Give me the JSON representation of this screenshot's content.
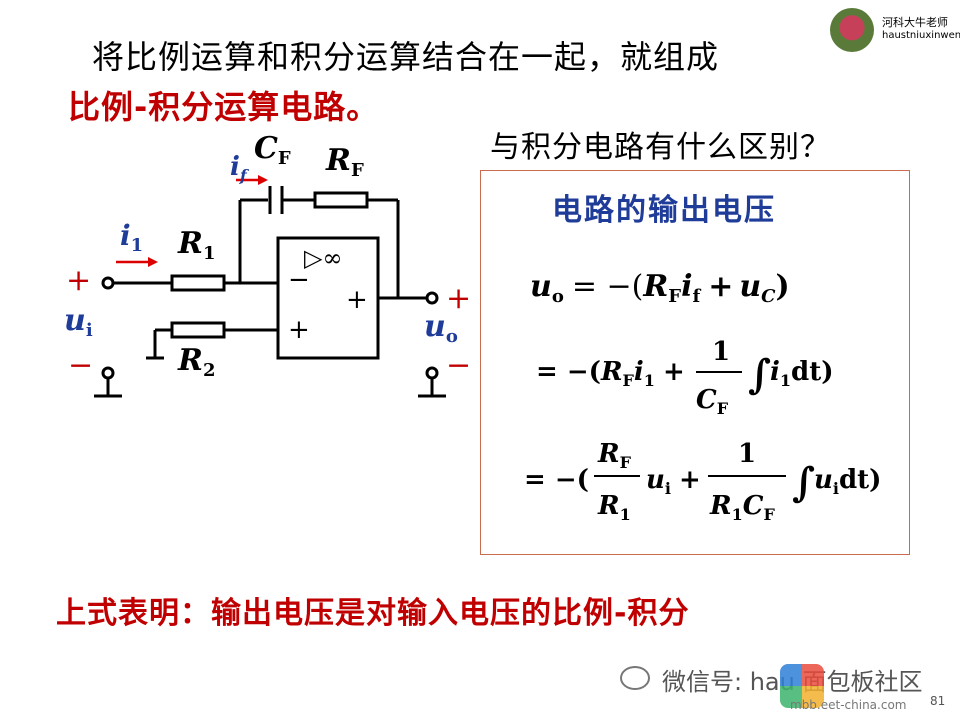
{
  "slide": {
    "title_line1": "将比例运算和积分运算结合在一起，就组成",
    "title_line2": "比例-积分运算电路。",
    "question": "与积分电路有什么区别？",
    "box_title": "电路的输出电压",
    "conclusion": "上式表明：输出电压是对输入电压的比例-积分",
    "page_number": "81"
  },
  "brand": {
    "name": "河科大牛老师",
    "handle": "haustniuxinwen"
  },
  "watermark": {
    "text": "微信号: hau",
    "site": "面包板社区",
    "url": "mbb.eet-china.com"
  },
  "circuit": {
    "labels": {
      "if_sym": "i",
      "if_sub": "f",
      "cf_sym": "C",
      "cf_sub": "F",
      "rf_sym": "R",
      "rf_sub": "F",
      "i1_sym": "i",
      "i1_sub": "1",
      "r1_sym": "R",
      "r1_sub": "1",
      "r2_sym": "R",
      "r2_sub": "2",
      "ui_sym": "u",
      "ui_sub": "i",
      "uo_sym": "u",
      "uo_sub": "o",
      "plus": "+",
      "minus": "−",
      "opamp_label": "▷∞",
      "opamp_minus": "−",
      "opamp_plus": "+",
      "opamp_out": "+"
    }
  },
  "equations": {
    "eq1_lhs": "u",
    "eq1_lhs_sub": "o",
    "eq1_rhs_pre": "= −(",
    "eq1_t1": "R",
    "eq1_t1_sub": "F",
    "eq1_t2": "i",
    "eq1_t2_sub": "f",
    "eq1_plus": "+",
    "eq1_t3": "u",
    "eq1_t3_sub": "C",
    "eq1_close": ")",
    "eq2_pre": "= −(",
    "eq2_t1": "R",
    "eq2_t1_sub": "F",
    "eq2_t2": "i",
    "eq2_t2_sub": "1",
    "eq2_plus": "+",
    "eq2_num": "1",
    "eq2_den": "C",
    "eq2_den_sub": "F",
    "eq2_int": "∫",
    "eq2_body": "i",
    "eq2_body_sub": "1",
    "eq2_tail": "dt)",
    "eq3_pre": "= −(",
    "eq3_num1": "R",
    "eq3_num1_sub": "F",
    "eq3_den1": "R",
    "eq3_den1_sub": "1",
    "eq3_u": "u",
    "eq3_u_sub": "i",
    "eq3_plus": "+",
    "eq3_num2": "1",
    "eq3_den2a": "R",
    "eq3_den2a_sub": "1",
    "eq3_den2b": "C",
    "eq3_den2b_sub": "F",
    "eq3_int": "∫",
    "eq3_body": "u",
    "eq3_body_sub": "i",
    "eq3_tail": "dt)"
  }
}
